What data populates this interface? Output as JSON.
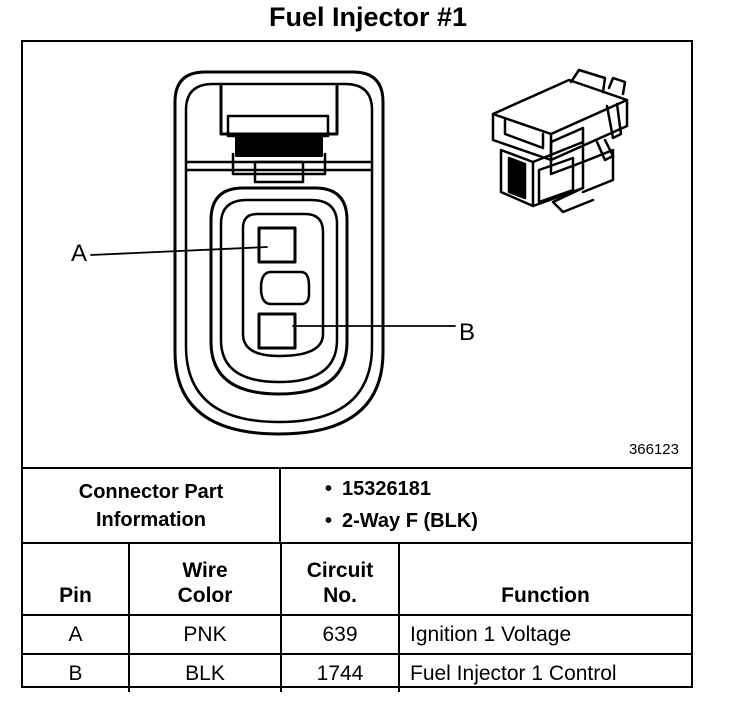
{
  "title": "Fuel Injector #1",
  "diagram": {
    "reference_number": "366123",
    "pin_callouts": [
      "A",
      "B"
    ]
  },
  "connector_info": {
    "label_line1": "Connector Part",
    "label_line2": "Information",
    "items": [
      "15326181",
      "2-Way F (BLK)"
    ]
  },
  "pin_table": {
    "headers": {
      "pin": "Pin",
      "wire_color_line1": "Wire",
      "wire_color_line2": "Color",
      "circuit_line1": "Circuit",
      "circuit_line2": "No.",
      "function": "Function"
    },
    "rows": [
      {
        "pin": "A",
        "wire_color": "PNK",
        "circuit": "639",
        "function": "Ignition 1 Voltage"
      },
      {
        "pin": "B",
        "wire_color": "BLK",
        "circuit": "1744",
        "function": "Fuel Injector 1 Control"
      }
    ]
  }
}
